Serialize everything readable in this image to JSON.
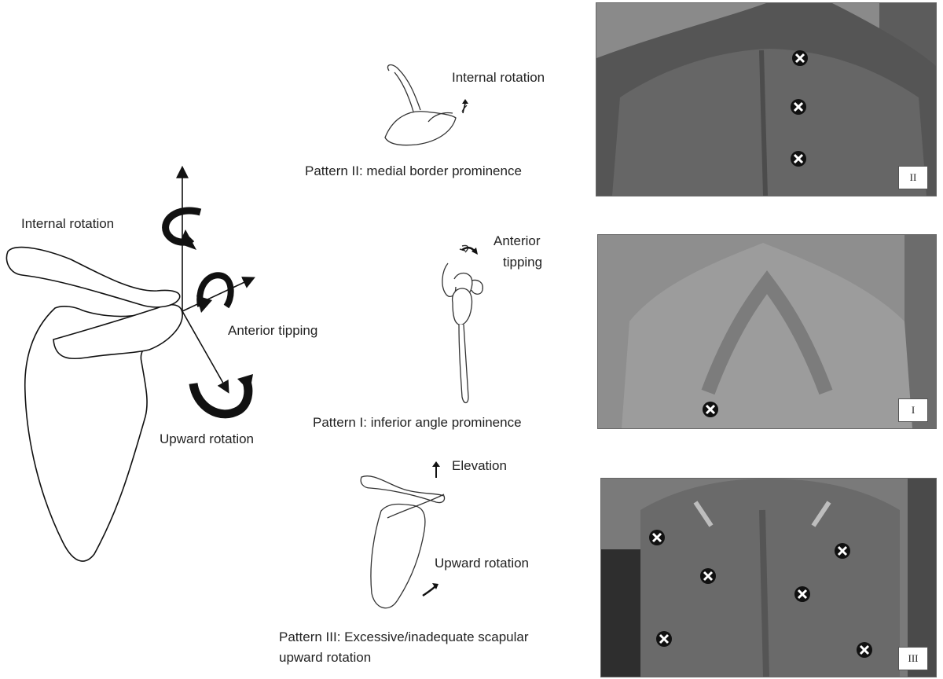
{
  "left_figure": {
    "label_internal_rotation": "Internal rotation",
    "label_anterior_tipping": "Anterior tipping",
    "label_upward_rotation": "Upward rotation"
  },
  "patterns": {
    "pattern2": {
      "motion_label": "Internal rotation",
      "caption": "Pattern II: medial border prominence",
      "photo_tag": "II"
    },
    "pattern1": {
      "motion_label_line1": "Anterior",
      "motion_label_line2": "tipping",
      "caption": "Pattern I: inferior angle prominence",
      "photo_tag": "I"
    },
    "pattern3": {
      "motion_label_elevation": "Elevation",
      "motion_label_upward": "Upward rotation",
      "caption_line1": "Pattern III: Excessive/inadequate scapular",
      "caption_line2": "upward rotation",
      "photo_tag": "III"
    }
  },
  "colors": {
    "ink": "#222222",
    "photo_bg": "#6f6f6f",
    "marker_fill": "#ffffff",
    "marker_outline": "#111111"
  }
}
